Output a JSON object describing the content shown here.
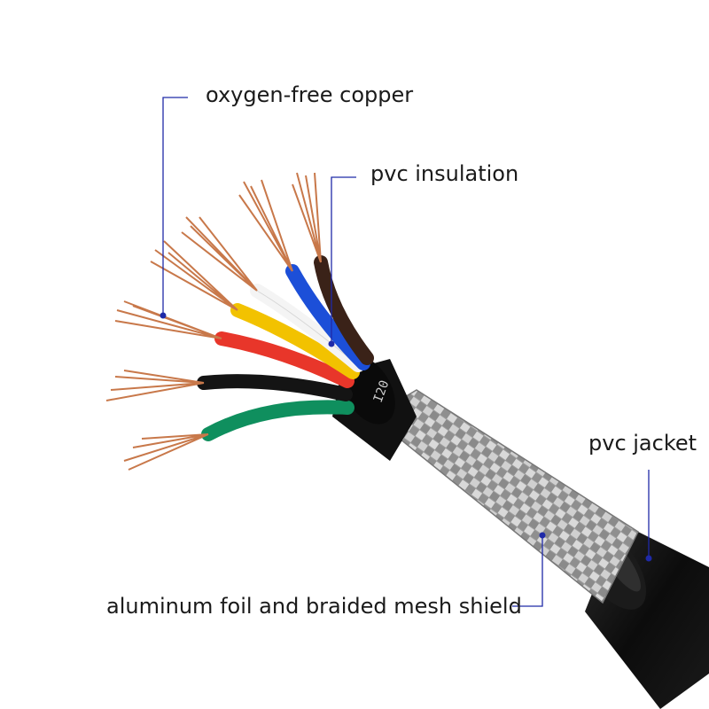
{
  "diagram": {
    "labels": {
      "copper": "oxygen-free copper",
      "insulation": "pvc insulation",
      "jacket": "pvc jacket",
      "shield": "aluminum foil and braided mesh shield"
    },
    "colors": {
      "leader_line": "#1f2aa8",
      "copper": "#c8784a",
      "jacket": "#111111",
      "braid": "#b9b9b9",
      "wire_green": "#0f8f5e",
      "wire_black": "#141414",
      "wire_red": "#e8362a",
      "wire_yellow": "#f2c200",
      "wire_white": "#f4f4f4",
      "wire_blue": "#1c4fd8",
      "wire_brown": "#3a2218"
    }
  }
}
